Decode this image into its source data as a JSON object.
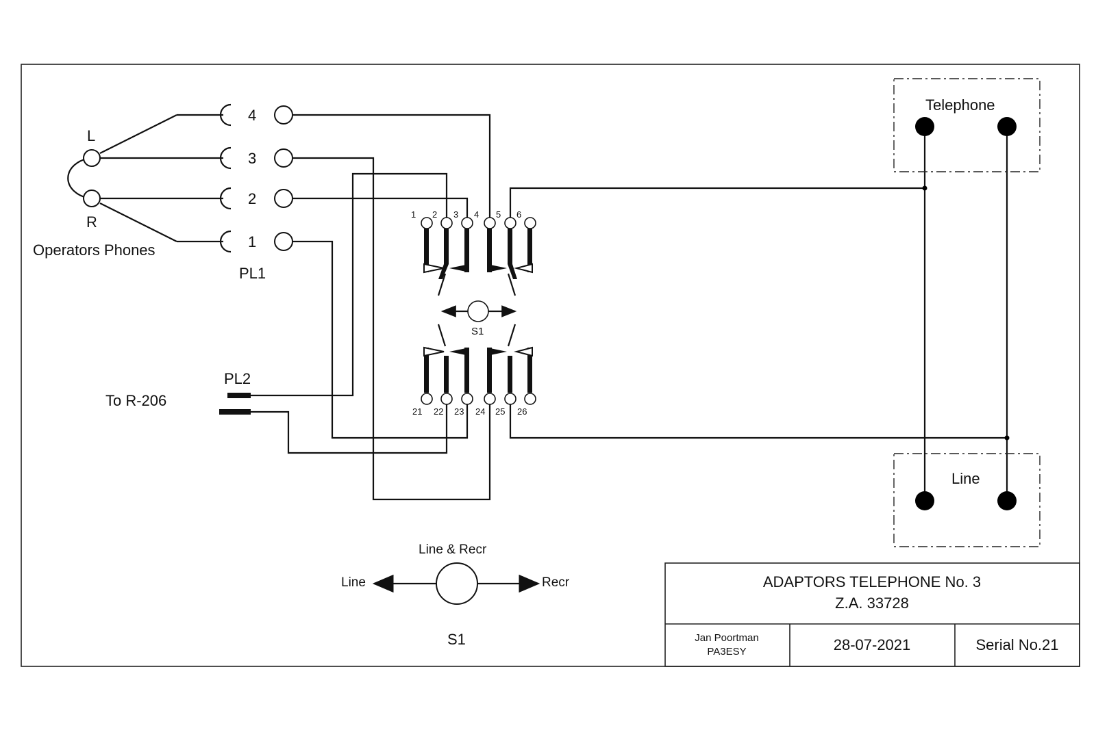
{
  "headset": {
    "left_label": "L",
    "right_label": "R",
    "caption": "Operators Phones"
  },
  "pl1": {
    "label": "PL1",
    "pins": [
      "4",
      "3",
      "2",
      "1"
    ]
  },
  "pl2": {
    "label": "PL2",
    "destination": "To R-206"
  },
  "switch": {
    "label": "S1",
    "top_pins": [
      "1",
      "2",
      "3",
      "4",
      "5",
      "6"
    ],
    "bottom_pins": [
      "21",
      "22",
      "23",
      "24",
      "25",
      "26"
    ]
  },
  "telephone_box": {
    "label": "Telephone"
  },
  "line_box": {
    "label": "Line"
  },
  "legend": {
    "center_label": "Line & Recr",
    "left_label": "Line",
    "right_label": "Recr",
    "caption": "S1"
  },
  "title_block": {
    "title_line1": "ADAPTORS TELEPHONE No. 3",
    "title_line2": "Z.A. 33728",
    "author_name": "Jan Poortman",
    "author_callsign": "PA3ESY",
    "date": "28-07-2021",
    "serial": "Serial No.21"
  },
  "colors": {
    "ink": "#111111",
    "background": "#ffffff"
  }
}
